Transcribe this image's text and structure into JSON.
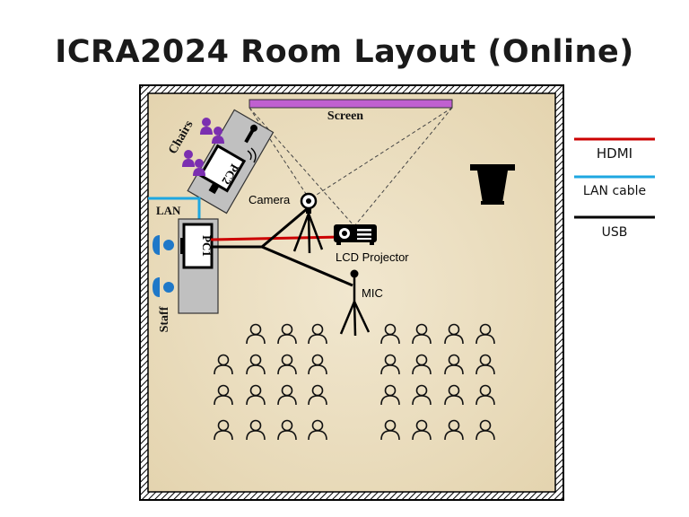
{
  "title": "ICRA2024 Room Layout (Online)",
  "room": {
    "screen_label": "Screen",
    "chairs_label": "Chairs",
    "pc2_label": "PC2",
    "pc1_label": "PC1",
    "lan_label": "LAN",
    "staff_label": "Staff",
    "camera_label": "Camera",
    "projector_label": "LCD Projector",
    "mic_label": "MIC"
  },
  "legend": {
    "items": [
      {
        "label": "HDMI",
        "color": "#cc0000"
      },
      {
        "label": "LAN cable",
        "color": "#1ea7e1"
      },
      {
        "label": "USB",
        "color": "#000000"
      }
    ]
  },
  "colors": {
    "floor": "#ece0c2",
    "screen": "#c060d0",
    "chair": "#7b2fb0",
    "staff": "#1f78c8",
    "desk": "#c0c0c0"
  }
}
